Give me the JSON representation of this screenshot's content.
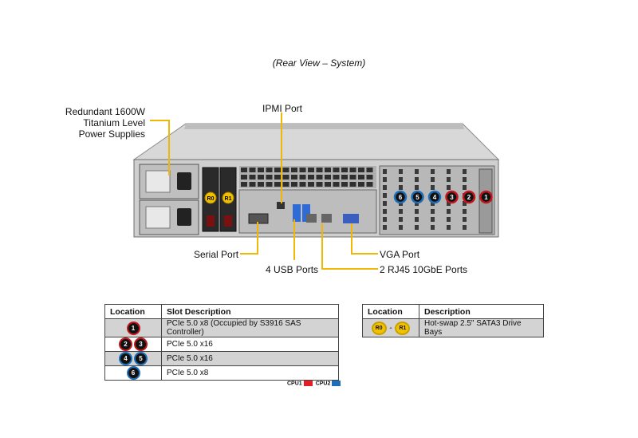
{
  "caption": "(Rear View – System)",
  "callouts": {
    "power": [
      "Redundant  1600W",
      "Titanium Level",
      "Power Supplies"
    ],
    "ipmi": "IPMI Port",
    "serial": "Serial Port",
    "usb": "4 USB Ports",
    "vga": "VGA Port",
    "rj45": "2 RJ45  10GbE Ports"
  },
  "drive_bays": [
    "R0",
    "R1"
  ],
  "slot_markers": [
    {
      "n": "6",
      "cpu": "CPU2"
    },
    {
      "n": "5",
      "cpu": "CPU2"
    },
    {
      "n": "4",
      "cpu": "CPU2"
    },
    {
      "n": "3",
      "cpu": "CPU1"
    },
    {
      "n": "2",
      "cpu": "CPU1"
    },
    {
      "n": "1",
      "cpu": "CPU1"
    }
  ],
  "slot_table": {
    "headers": [
      "Location",
      "Slot Description"
    ],
    "rows": [
      {
        "loc": [
          "1"
        ],
        "cpu": [
          "CPU1"
        ],
        "desc": "PCIe 5.0 x8 (Occupied by S3916 SAS Controller)"
      },
      {
        "loc": [
          "2",
          "3"
        ],
        "cpu": [
          "CPU1",
          "CPU1"
        ],
        "desc": "PCIe 5.0 x16"
      },
      {
        "loc": [
          "4",
          "5"
        ],
        "cpu": [
          "CPU2",
          "CPU2"
        ],
        "desc": "PCIe 5.0 x16"
      },
      {
        "loc": [
          "6"
        ],
        "cpu": [
          "CPU2"
        ],
        "desc": "PCIe 5.0 x8"
      }
    ]
  },
  "legend": [
    {
      "label": "CPU1",
      "color": "#e31e24"
    },
    {
      "label": "CPU2",
      "color": "#1f6fb8"
    }
  ],
  "bay_table": {
    "headers": [
      "Location",
      "Description"
    ],
    "loc": [
      "R0",
      "-",
      "R1"
    ],
    "desc": "Hot-swap 2.5\" SATA3 Drive  Bays"
  },
  "colors": {
    "leader": "#f2b705",
    "cpu1": "#c3161c",
    "cpu2": "#1f6fb8",
    "chassis": "#c9c9c9"
  }
}
